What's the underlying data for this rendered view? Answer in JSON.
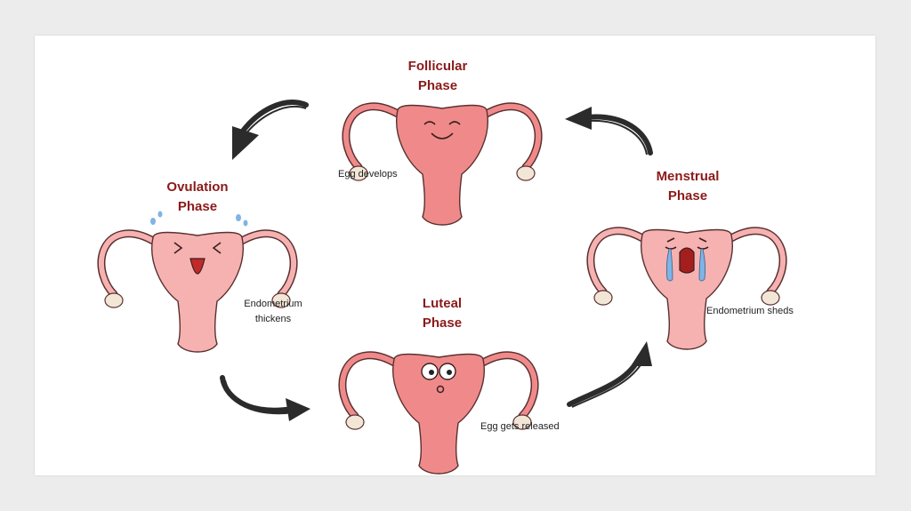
{
  "phases": {
    "follicular": {
      "title_line1": "Follicular",
      "title_line2": "Phase",
      "caption": "Egg develops",
      "mood": "content"
    },
    "ovulation": {
      "title_line1": "Ovulation",
      "title_line2": "Phase",
      "caption_line1": "Endometrium",
      "caption_line2": "thickens",
      "mood": "laughing"
    },
    "luteal": {
      "title_line1": "Luteal",
      "title_line2": "Phase",
      "caption": "Egg gets released",
      "mood": "surprised"
    },
    "menstrual": {
      "title_line1": "Menstrual",
      "title_line2": "Phase",
      "caption": "Endometrium sheds",
      "mood": "crying"
    }
  },
  "cycle_order": [
    "follicular",
    "ovulation",
    "luteal",
    "menstrual"
  ],
  "colors": {
    "page_background": "#ececec",
    "card_background": "#ffffff",
    "title": "#8b1a1a",
    "organ_fill": "#f08a8a",
    "organ_fill_pale": "#f6b1b1",
    "outline": "#5a3030",
    "ovary": "#f2e6d6",
    "arrow": "#2b2b2b",
    "tears": "#7fb4e6"
  }
}
